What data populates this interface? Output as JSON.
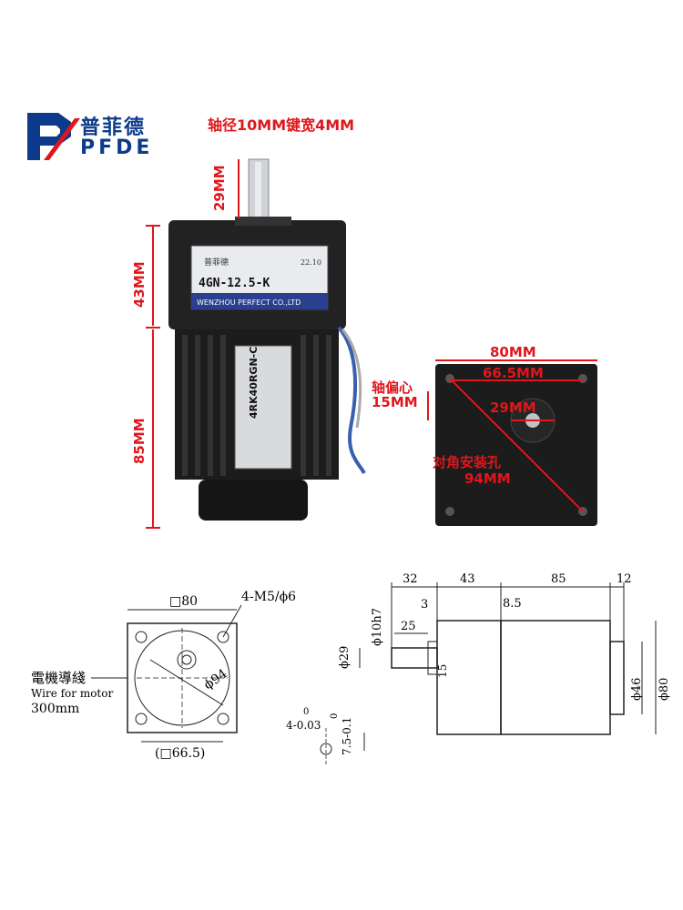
{
  "brand": {
    "name_cn": "普菲德",
    "name_en": "PFDE"
  },
  "photo_front": {
    "shaft_label": "轴径10MM键宽4MM",
    "shaft_length": "29MM",
    "gearbox_height": "43MM",
    "motor_height": "85MM",
    "nameplate": {
      "brand": "普菲德",
      "date": "22.10",
      "model": "4GN-12.5-K",
      "maker": "WENZHOU PERFECT CO.,LTD"
    },
    "motor_label": {
      "model": "4RK40RGN-C"
    }
  },
  "photo_face": {
    "width": "80MM",
    "hole_spacing": "66.5MM",
    "offset_label": "轴偏心",
    "offset_value": "15MM",
    "boss_dia": "29MM",
    "diag_label": "对角安装孔",
    "diag_value": "94MM"
  },
  "drawing_front": {
    "square": "□80",
    "holes": "4-M5/ϕ6",
    "diag": "ϕ94",
    "wire_cn": "電機導綫",
    "wire_en": "Wire for motor",
    "wire_len": "300mm",
    "hole_spacing": "(□66.5)"
  },
  "drawing_side": {
    "dims": [
      "32",
      "43",
      "85",
      "12",
      "3",
      "8.5",
      "25",
      "15"
    ],
    "shaft": "ϕ10h7",
    "boss": "ϕ29",
    "body_dia": "ϕ46",
    "flange_dia": "ϕ80",
    "key_width": "4-0.03",
    "key_width_tol": "0",
    "key_depth": "7.5-0.1",
    "key_depth_tol": "0"
  },
  "colors": {
    "brand_blue": "#0d3a8c",
    "brand_red": "#e0161b",
    "annotation_red": "#e0161b",
    "motor_body": "#1c1c1c"
  }
}
